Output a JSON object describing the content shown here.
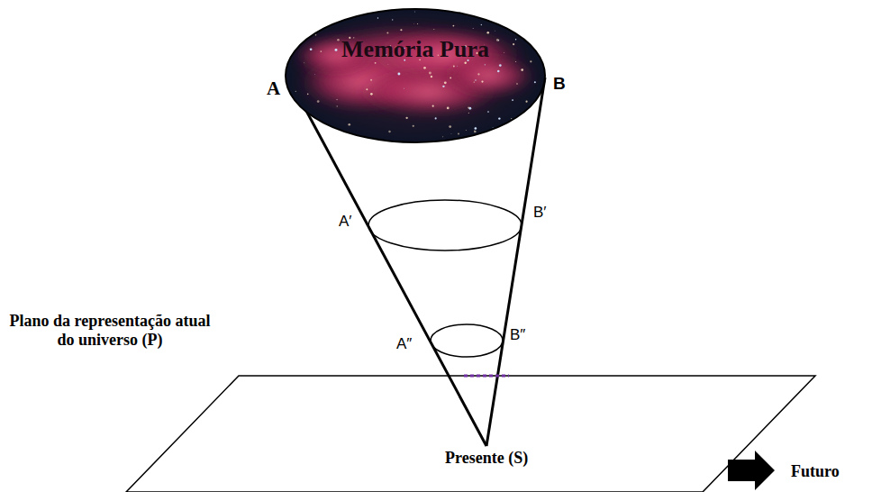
{
  "diagram": {
    "nodes": [
      {
        "text": [
          "Memória Pura"
        ]
      }
    ],
    "labels": [
      "A",
      "B",
      "A′",
      "B′",
      "A″",
      "B″",
      "Plano da representação atual do universo (P)",
      "Presente (S)",
      "Futuro"
    ]
  }
}
